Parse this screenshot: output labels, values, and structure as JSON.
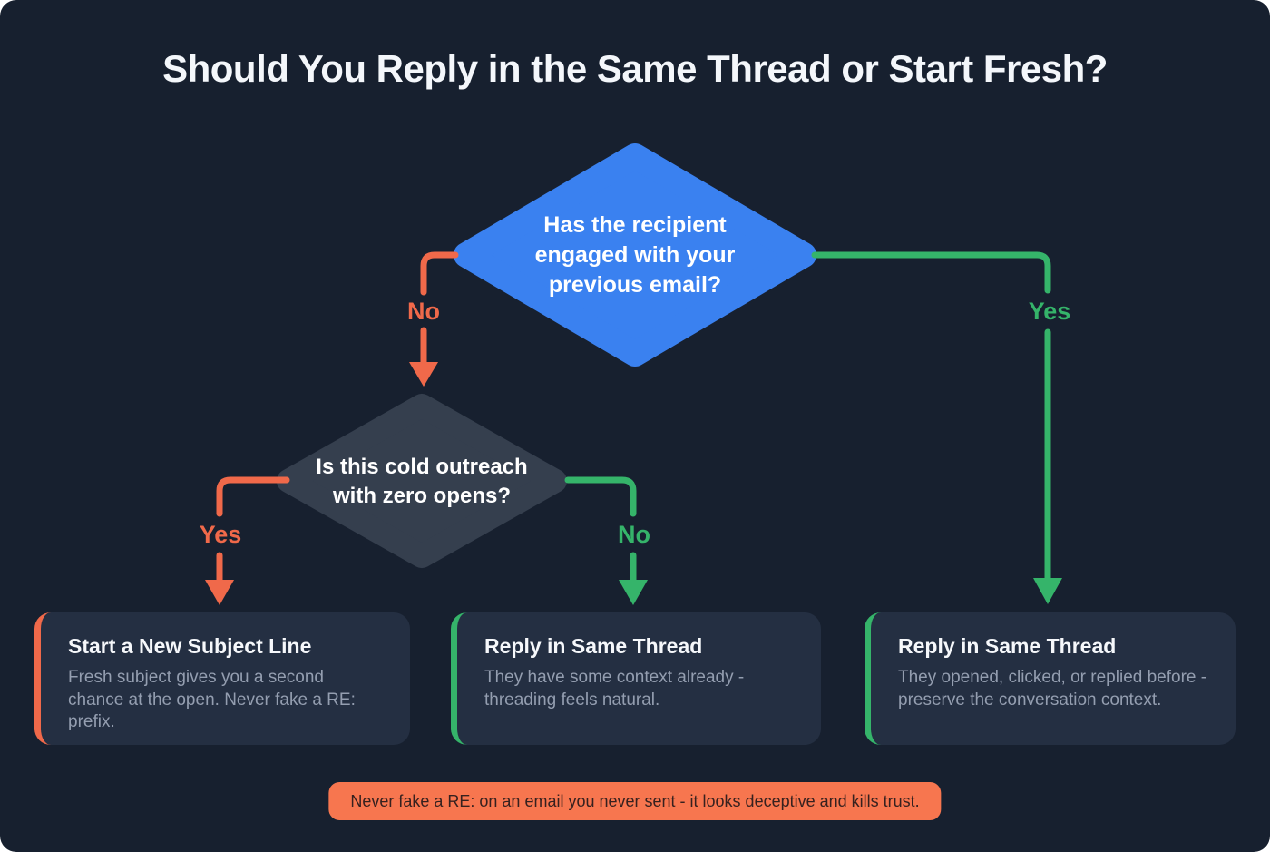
{
  "page": {
    "title": "Should You Reply in the Same Thread or Start Fresh?"
  },
  "colors": {
    "background": "#17202f",
    "root_diamond_blue": "#3a81f0",
    "second_diamond_gray": "#353f4e",
    "orange_accent": "#f0694a",
    "green_accent": "#35b46a",
    "card_background": "#242f42",
    "banner_background": "#f7764f"
  },
  "flowchart": {
    "root_question": "Has the recipient engaged with your previous email?",
    "root_branch_no": "No",
    "root_branch_yes": "Yes",
    "second_question": "Is this cold outreach with zero opens?",
    "second_branch_yes": "Yes",
    "second_branch_no": "No",
    "outcomes": [
      {
        "title": "Start a New Subject Line",
        "body": "Fresh subject gives you a second chance at the open. Never fake a RE: prefix.",
        "accent": "orange"
      },
      {
        "title": "Reply in Same Thread",
        "body": "They have some context already - threading feels natural.",
        "accent": "green"
      },
      {
        "title": "Reply in Same Thread",
        "body": "They opened, clicked, or replied before - preserve the conversation context.",
        "accent": "green"
      }
    ],
    "warning_banner": "Never fake a RE: on an email you never sent - it looks deceptive and kills trust."
  }
}
